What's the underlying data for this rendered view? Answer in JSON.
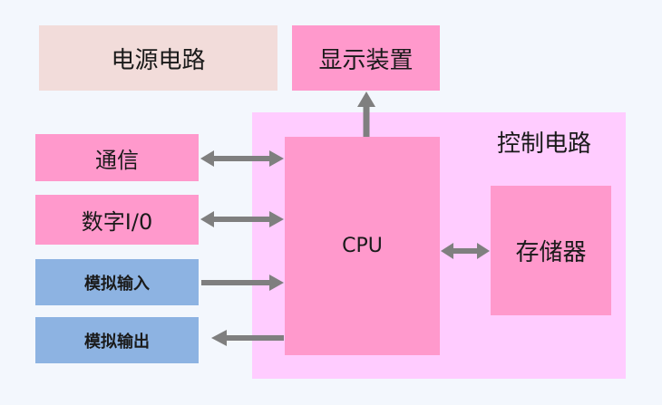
{
  "blocks": {
    "power": "电源电路",
    "display": "显示装置",
    "control": "控制电路",
    "cpu": "CPU",
    "memory": "存储器",
    "communication": "通信",
    "digital_io": "数字I/0",
    "analog_in": "模拟输入",
    "analog_out": "模拟输出"
  },
  "colors": {
    "pink_block": "#ff99cc",
    "control_region": "#ffccff",
    "power_block": "#f2dcda",
    "analog_block": "#8db3e2",
    "arrow": "#7f7f7f"
  }
}
